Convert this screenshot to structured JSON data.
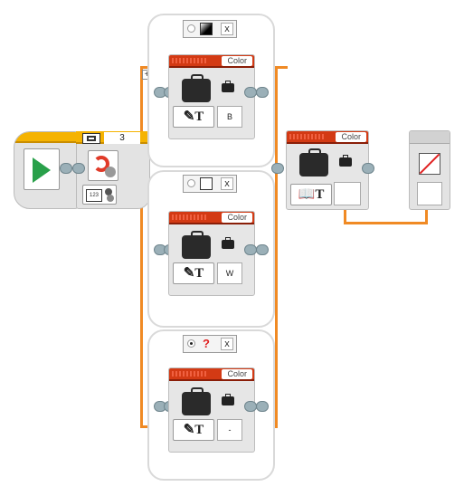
{
  "start_block": {
    "icon": "play-icon"
  },
  "switch_block": {
    "mode_icon": "loop-arrow-icon",
    "port_value": "3",
    "sensor_icon": "color-sensor-icon",
    "add_case_icon": "+"
  },
  "cases": [
    {
      "selected": false,
      "swatch_color": "#000000",
      "swatch_style": "gradient-black",
      "close_label": "x",
      "block": {
        "label": "Color",
        "value": "B"
      }
    },
    {
      "selected": false,
      "swatch_color": "#ffffff",
      "swatch_style": "white",
      "close_label": "x",
      "block": {
        "label": "Color",
        "value": "W"
      }
    },
    {
      "selected": true,
      "swatch_color": "",
      "swatch_style": "question",
      "swatch_text": "?",
      "close_label": "x",
      "block": {
        "label": "Color",
        "value": "-"
      }
    }
  ],
  "output_block": {
    "label": "Color"
  },
  "display_block": {
    "icon": "no-color-icon"
  },
  "colors": {
    "wire": "#f08a24",
    "block_header": "#d33a14",
    "start_header": "#f5b301",
    "start_play": "#29a04a",
    "switch_mode": "#e03a28"
  }
}
